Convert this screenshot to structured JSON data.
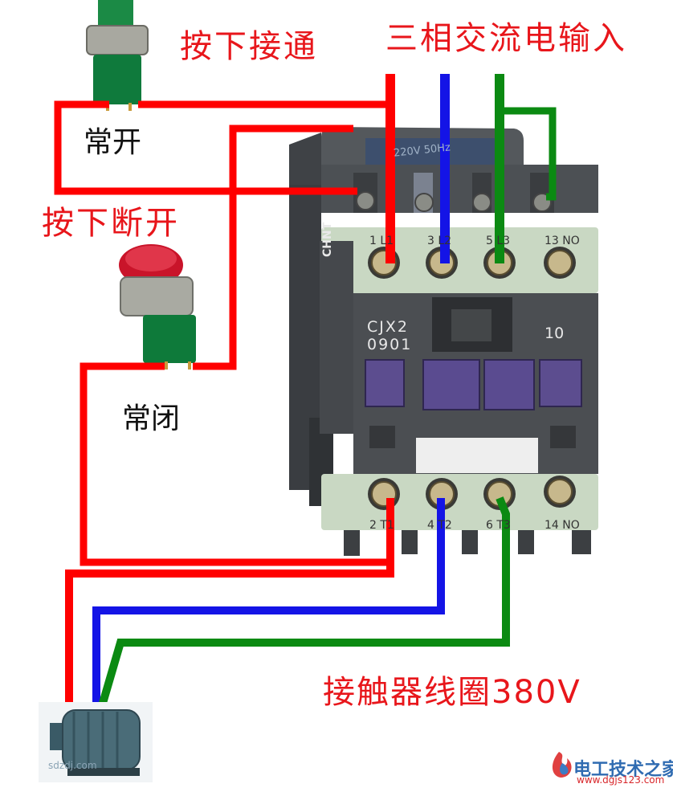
{
  "labels": {
    "push_on": "按下接通",
    "three_phase_input": "三相交流电输入",
    "normally_open": "常开",
    "push_off": "按下断开",
    "normally_closed": "常闭",
    "coil_voltage": "接触器线圈380V"
  },
  "contactor": {
    "brand": "CHNT",
    "model": "CJX2",
    "model_number": "0901",
    "contact_code": "10",
    "coil_rating": "220V 50Hz",
    "top_terminals": [
      "1 L1",
      "3 L2",
      "5 L3",
      "13 NO"
    ],
    "bottom_terminals": [
      "2 T1",
      "4 T2",
      "6 T3",
      "14 NO"
    ]
  },
  "watermark": {
    "site": "sdzdj.com",
    "logo_text": "电工技术之家",
    "logo_url": "www.dgjs123.com"
  },
  "colors": {
    "wire_red": "#ff0000",
    "wire_blue": "#1414e6",
    "wire_green": "#0b8a12",
    "label_red": "#e8161b",
    "contactor_body": "#4b4e52",
    "terminal_block": "#c9d8c3",
    "button_green": "#0f7a3c",
    "button_red": "#c9142a"
  },
  "icons": {
    "push_button_normally_open": "green-push-button",
    "push_button_normally_closed": "red-push-button",
    "motor": "three-phase-motor",
    "logo": "flame-logo"
  }
}
